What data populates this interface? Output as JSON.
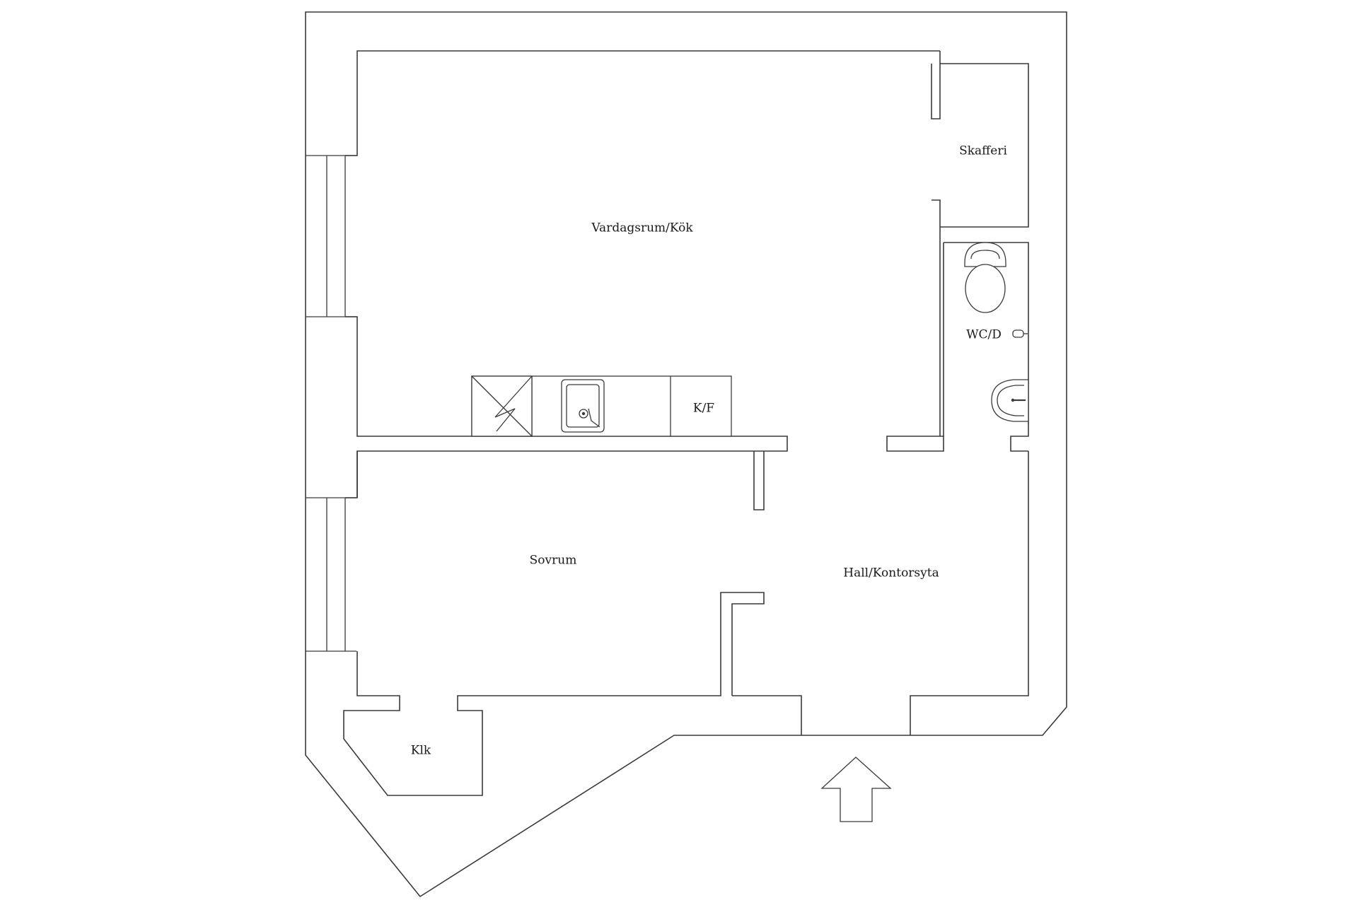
{
  "rooms": {
    "living_kitchen": "Vardagsrum/Kök",
    "pantry": "Skafferi",
    "wc": "WC/D",
    "fridge_freezer": "K/F",
    "bedroom": "Sovrum",
    "hall": "Hall/Kontorsyta",
    "closet": "Klk"
  },
  "icons": [
    "stove-icon",
    "sink-icon",
    "toilet-icon",
    "washbasin-icon",
    "entrance-arrow-icon"
  ]
}
